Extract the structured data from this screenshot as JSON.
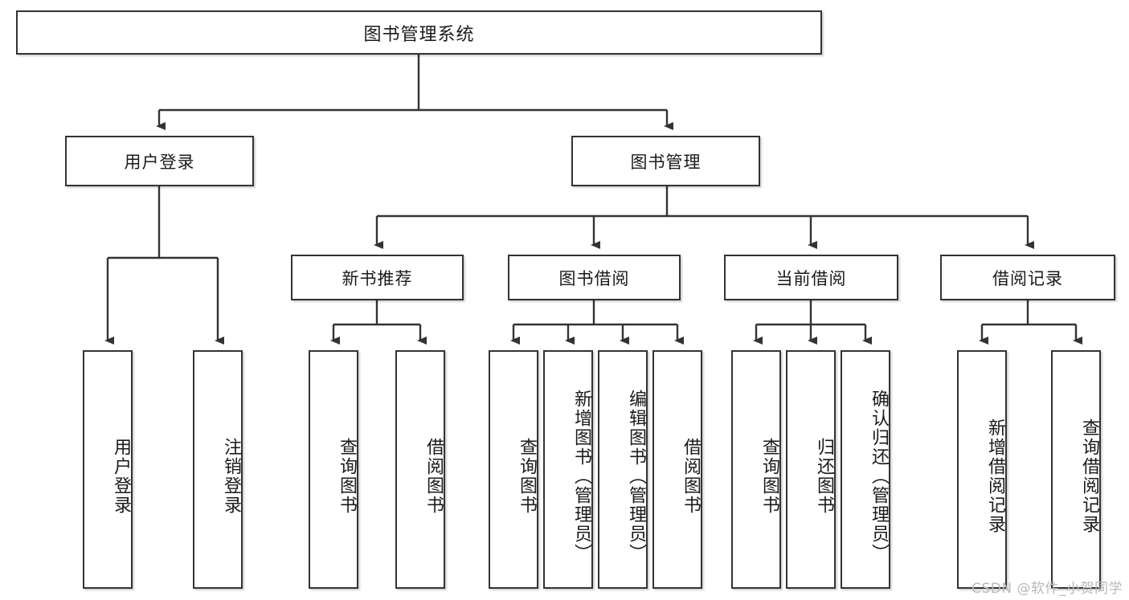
{
  "diagram": {
    "title": "图书管理系统",
    "type": "hierarchy-tree",
    "watermark": "CSDN @软件_小贺同学",
    "colors": {
      "box_border": "#333333",
      "box_fill": "#ffffff",
      "connector": "#333333",
      "watermark": "#b9b9b9",
      "background": "#ffffff"
    },
    "levels": {
      "root": {
        "label": "图书管理系统"
      },
      "level2": [
        {
          "label": "用户登录"
        },
        {
          "label": "图书管理"
        }
      ],
      "level3": [
        {
          "label": "新书推荐"
        },
        {
          "label": "图书借阅"
        },
        {
          "label": "当前借阅"
        },
        {
          "label": "借阅记录"
        }
      ],
      "leaves": {
        "user_login": [
          {
            "label": "用户登录"
          },
          {
            "label": "注销登录"
          }
        ],
        "new_book_recommend": [
          {
            "label": "查询图书"
          },
          {
            "label": "借阅图书"
          }
        ],
        "book_borrow": [
          {
            "label": "查询图书"
          },
          {
            "label": "新增图书（管理员）"
          },
          {
            "label": "编辑图书（管理员）"
          },
          {
            "label": "借阅图书"
          }
        ],
        "current_borrow": [
          {
            "label": "查询图书"
          },
          {
            "label": "归还图书"
          },
          {
            "label": "确认归还（管理员）"
          }
        ],
        "borrow_record": [
          {
            "label": "新增借阅记录"
          },
          {
            "label": "查询借阅记录"
          }
        ]
      }
    }
  }
}
